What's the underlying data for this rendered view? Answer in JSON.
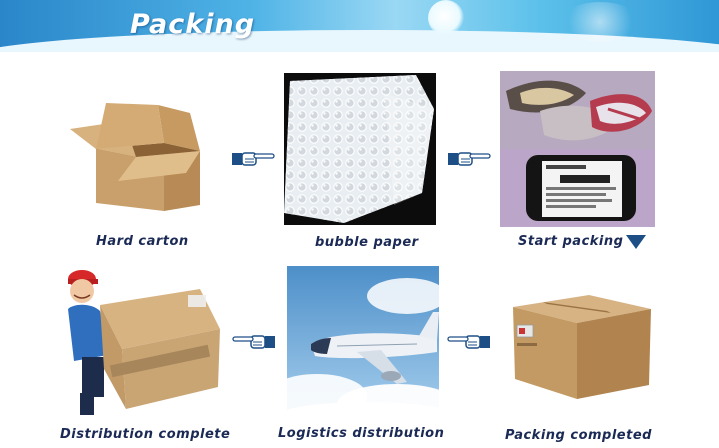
{
  "header": {
    "title": "Packing"
  },
  "steps": [
    {
      "caption": "Hard carton",
      "image": "cardboard-box-open"
    },
    {
      "caption": "bubble paper",
      "image": "bubble-wrap"
    },
    {
      "caption": "Start packing",
      "image": "wrapped-products"
    },
    {
      "caption": "Packing completed",
      "image": "cardboard-box-closed"
    },
    {
      "caption": "Logistics distribution",
      "image": "airplane"
    },
    {
      "caption": "Distribution complete",
      "image": "courier-with-box"
    }
  ],
  "icons": {
    "pointer": "pointing-hand-icon",
    "down": "triangle-down-icon"
  },
  "colors": {
    "caption": "#1a2a55",
    "banner": "#2a86c9",
    "pointer": "#1d4f86"
  }
}
